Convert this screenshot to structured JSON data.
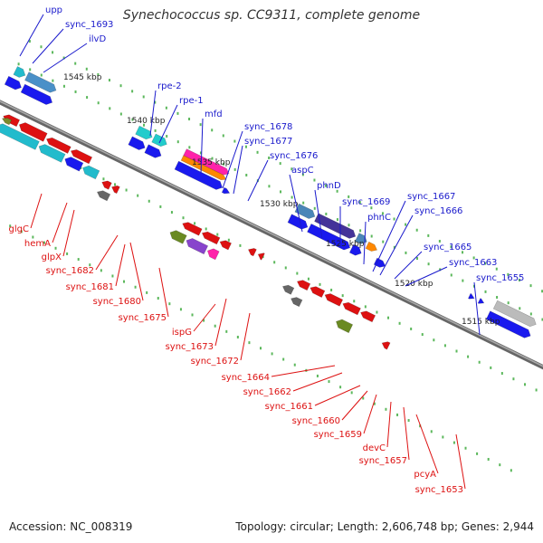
{
  "title": "Synechococcus sp. CC9311, complete genome",
  "footer": {
    "accession": "Accession: NC_008319",
    "summary": "Topology: circular; Length: 2,606,748 bp; Genes: 2,944"
  },
  "colors": {
    "forward_label": "#1a1acc",
    "reverse_label": "#dd1111",
    "backbone": "#888888",
    "tick_major": "#2b8a2b",
    "tick_minor": "#5cb85c"
  },
  "scale_labels": [
    "1545 kbp",
    "1540 kbp",
    "1535 kbp",
    "1530 kbp",
    "1525 kbp",
    "1520 kbp",
    "1515 kbp"
  ],
  "forward_genes": [
    "upp",
    "sync_1693",
    "ilvD",
    "rpe-2",
    "rpe-1",
    "mfd",
    "sync_1678",
    "sync_1677",
    "sync_1676",
    "aspC",
    "phnD",
    "sync_1669",
    "phnC",
    "sync_1667",
    "sync_1666",
    "sync_1665",
    "sync_1663",
    "sync_1655"
  ],
  "reverse_genes": [
    "glgC",
    "hemA",
    "glpX",
    "sync_1682",
    "sync_1681",
    "sync_1680",
    "sync_1675",
    "ispG",
    "sync_1673",
    "sync_1672",
    "sync_1664",
    "sync_1662",
    "sync_1661",
    "sync_1660",
    "sync_1659",
    "devC",
    "sync_1657",
    "pcyA",
    "sync_1653"
  ]
}
